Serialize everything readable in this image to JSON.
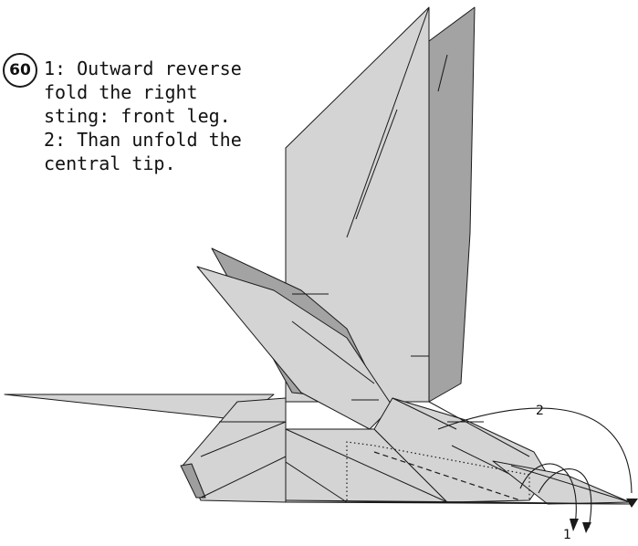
{
  "step": {
    "number": "60",
    "lines": [
      "1: Outward reverse",
      "fold the right",
      "sting: front leg.",
      "2: Than unfold the",
      "central tip."
    ]
  },
  "arrows": {
    "label_1": "1",
    "label_2": "2"
  },
  "colors": {
    "paper_light": "#d4d4d4",
    "paper_dark": "#9e9e9e",
    "line": "#1a1a1a"
  }
}
